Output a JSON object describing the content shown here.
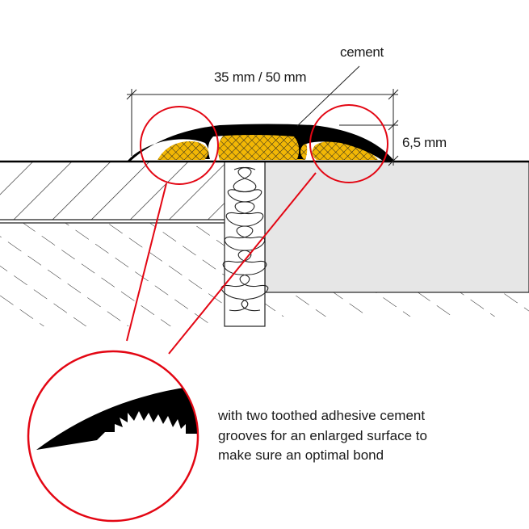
{
  "labels": {
    "cement": "cement",
    "width": "35 mm / 50 mm",
    "height": "6,5 mm"
  },
  "description": [
    "with two toothed adhesive cement",
    "grooves for an enlarged surface to",
    "make sure an optimal bond"
  ],
  "colors": {
    "callout": "#e30613",
    "cement": "#f2b705",
    "profile": "#000000",
    "substrate": "#e6e6e6"
  }
}
